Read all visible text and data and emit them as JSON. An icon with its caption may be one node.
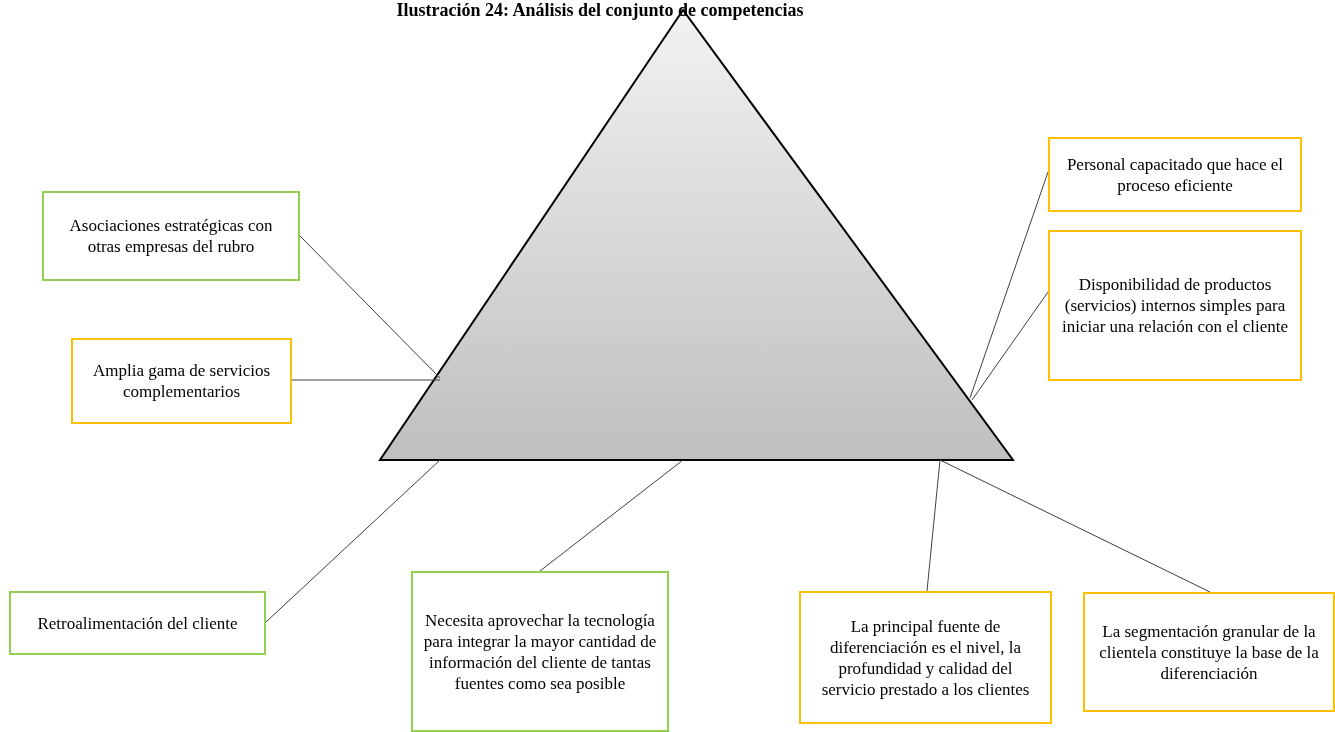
{
  "diagram": {
    "title": "Ilustración 24: Análisis del conjunto de competencias",
    "nodes": [
      {
        "text": [],
        "shape": "triangle"
      },
      {
        "text": [
          "Asociaciones estratégicas con otras empresas del rubro"
        ]
      },
      {
        "text": [
          "Amplia gama de servicios complementarios"
        ]
      },
      {
        "text": [
          "Personal capacitado que hace el proceso eficiente"
        ]
      },
      {
        "text": [
          "Disponibilidad de productos (servicios) internos simples para iniciar una relación con el cliente"
        ]
      },
      {
        "text": [
          "Retroalimentación del cliente"
        ]
      },
      {
        "text": [
          "Necesita aprovechar la tecnología para integrar la mayor cantidad de información del cliente de tantas fuentes como sea posible"
        ]
      },
      {
        "text": [
          "La principal fuente de diferenciación es el nivel, la profundidad y calidad del servicio prestado a los clientes"
        ]
      },
      {
        "text": [
          "La segmentación granular de la clientela constituye la base de la diferenciación"
        ]
      }
    ],
    "edges": [
      {
        "from": 1,
        "to": 0,
        "arrow": "none"
      },
      {
        "from": 2,
        "to": 0,
        "arrow": "none"
      },
      {
        "from": 3,
        "to": 0,
        "arrow": "none"
      },
      {
        "from": 4,
        "to": 0,
        "arrow": "none"
      },
      {
        "from": 5,
        "to": 0,
        "arrow": "none"
      },
      {
        "from": 6,
        "to": 0,
        "arrow": "none"
      },
      {
        "from": 7,
        "to": 0,
        "arrow": "none"
      },
      {
        "from": 8,
        "to": 0,
        "arrow": "none"
      }
    ]
  }
}
